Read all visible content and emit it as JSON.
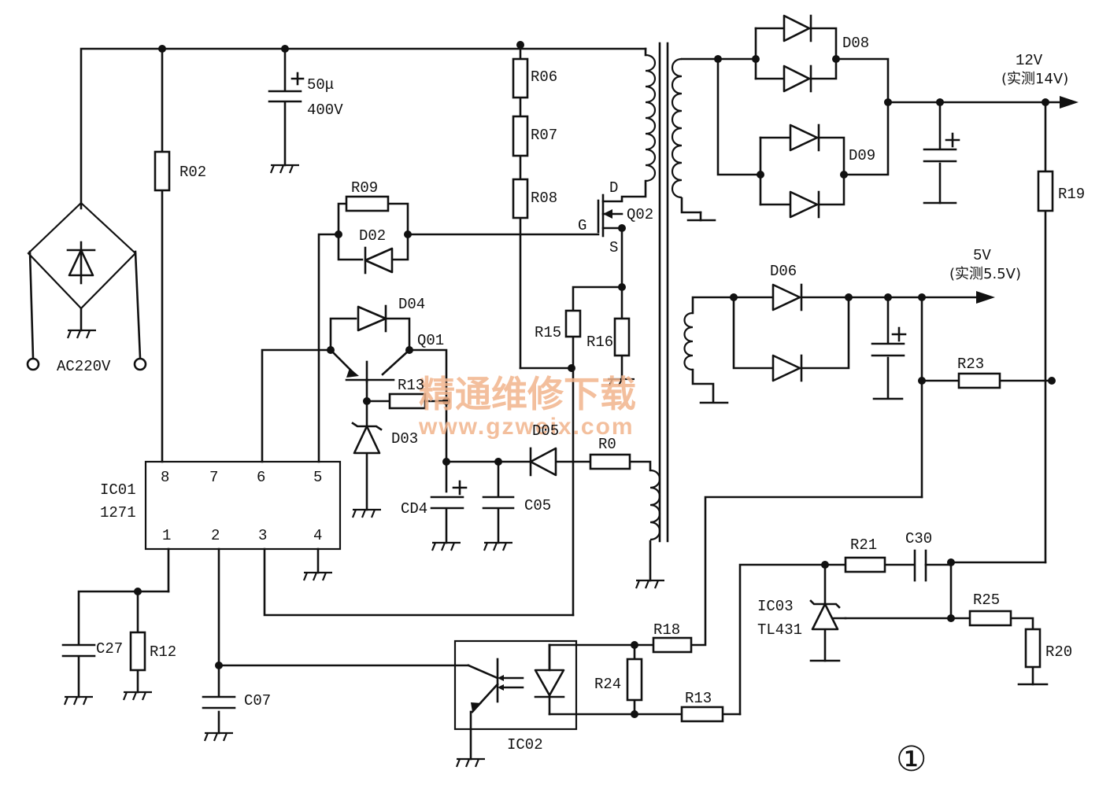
{
  "labels": {
    "cap_50u": "50μ",
    "cap_400v": "400V",
    "r06": "R06",
    "r07": "R07",
    "r08": "R08",
    "r02": "R02",
    "r09": "R09",
    "d02": "D02",
    "d04": "D04",
    "q01": "Q01",
    "r13a": "R13",
    "d03": "D03",
    "d05": "D05",
    "r0": "R0",
    "cd4": "CD4",
    "c05": "C05",
    "r15": "R15",
    "r16": "R16",
    "q02": "Q02",
    "pin_d": "D",
    "pin_g": "G",
    "pin_s": "S",
    "d08": "D08",
    "d09": "D09",
    "out12": "12V",
    "out12_meas": "(实测14V)",
    "r19": "R19",
    "d06": "D06",
    "out5": "5V",
    "out5_meas": "(实测5.5V)",
    "r23": "R23",
    "ac": "AC220V",
    "ic01_a": "IC01",
    "ic01_b": "1271",
    "pin8": "8",
    "pin7": "7",
    "pin6": "6",
    "pin5": "5",
    "pin1": "1",
    "pin2": "2",
    "pin3": "3",
    "pin4": "4",
    "c27": "C27",
    "r12": "R12",
    "c07": "C07",
    "r18": "R18",
    "r24": "R24",
    "r13b": "R13",
    "ic02": "IC02",
    "r21": "R21",
    "c30": "C30",
    "ic03_a": "IC03",
    "ic03_b": "TL431",
    "r25": "R25",
    "r20": "R20",
    "fig": "①"
  },
  "watermark": {
    "cn": "精通维修下载",
    "url": "www.gzweix.com"
  },
  "colors": {
    "line": "#111111",
    "watermark": "#f2b48c"
  }
}
